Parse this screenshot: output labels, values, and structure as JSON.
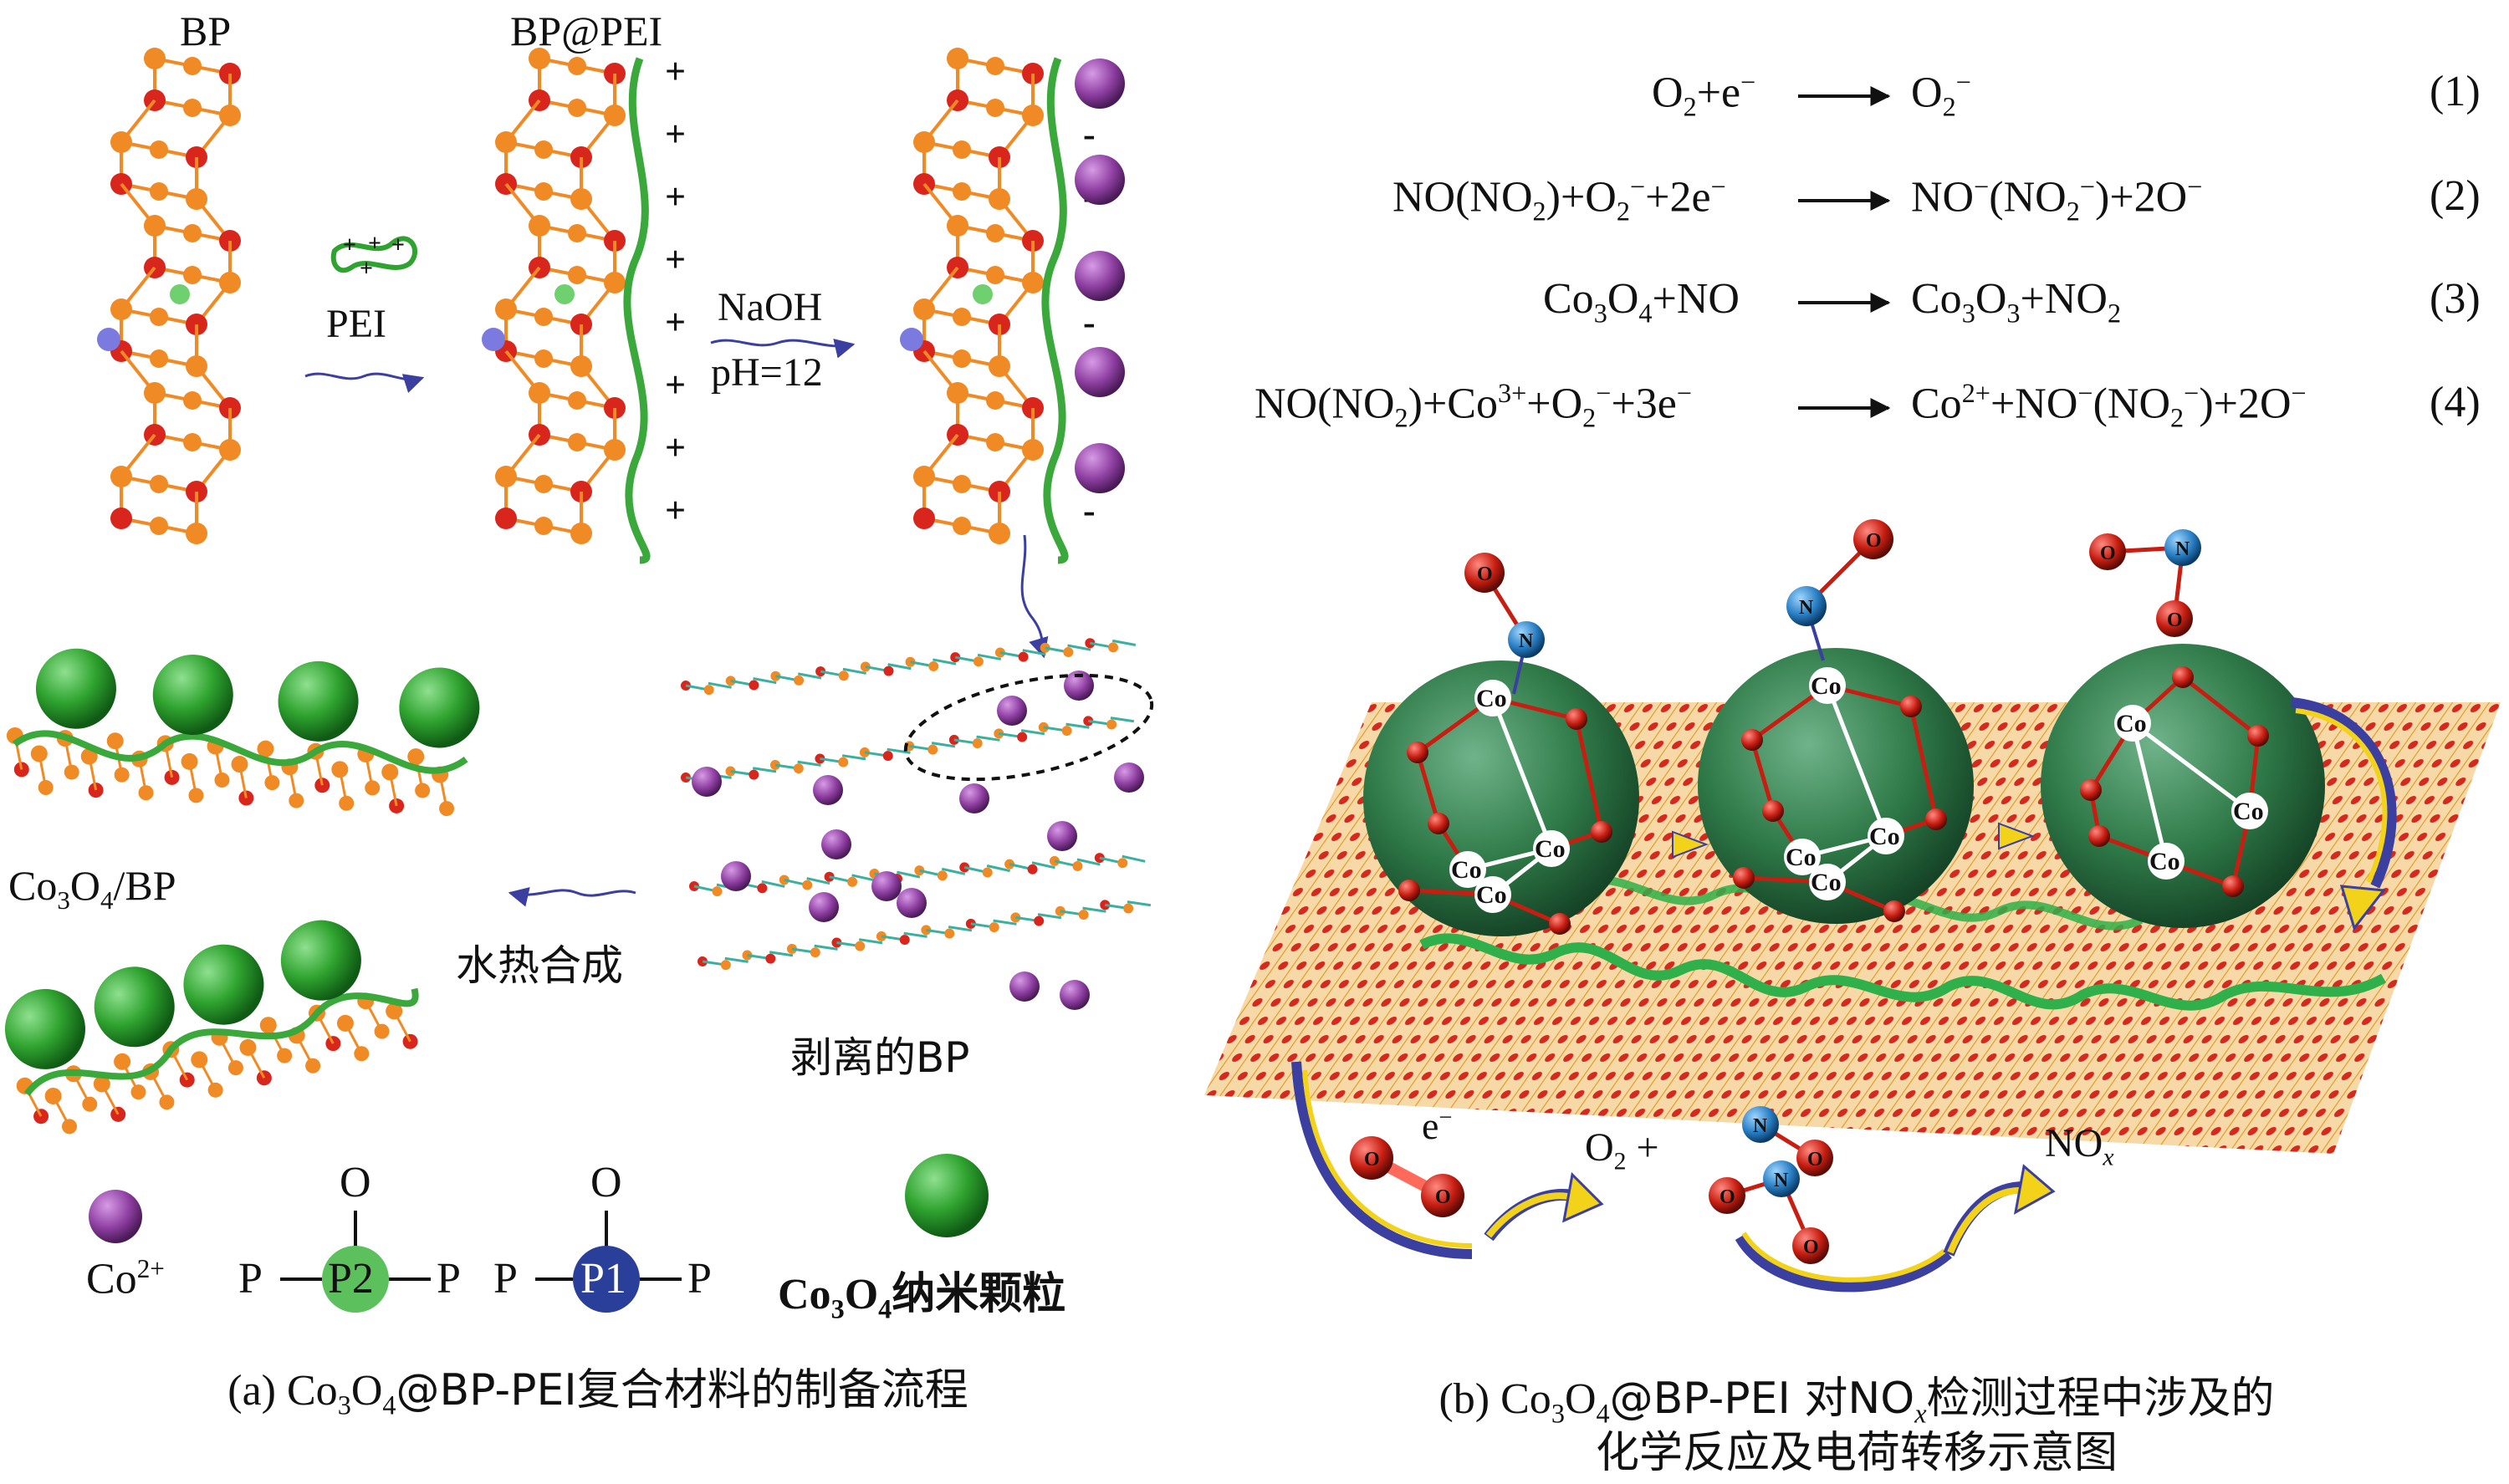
{
  "panel_a": {
    "bp_label": "BP",
    "bp_pei_label": "BP@PEI",
    "pei_label": "PEI",
    "naoh_label": "NaOH",
    "ph_label": "pH=12",
    "co3o4_bp_label_main": "Co",
    "co3o4_bp_sub1": "3",
    "co3o4_bp_mid": "O",
    "co3o4_bp_sub2": "4",
    "co3o4_bp_tail": "/BP",
    "hydrothermal_label": "水热合成",
    "exfoliated_label": "剥离的BP",
    "p1_atom": "P1",
    "p2_atom": "P2",
    "legend": {
      "co2_base": "Co",
      "co2_sup": "2+",
      "p_left": "P",
      "p_right": "P",
      "p2": "P2",
      "p1": "P1",
      "o": "O",
      "nano_co": "Co",
      "nano_sub1": "3",
      "nano_o": "O",
      "nano_sub2": "4",
      "nano_text": "纳米颗粒"
    },
    "caption": {
      "prefix": "(a) Co",
      "sub1": "3",
      "mid": "O",
      "sub2": "4",
      "suffix": "@BP-PEI复合材料的制备流程"
    }
  },
  "panel_b": {
    "equations": [
      {
        "num": "(1)"
      },
      {
        "num": "(2)"
      },
      {
        "num": "(3)"
      },
      {
        "num": "(4)"
      }
    ],
    "co_label": "Co",
    "o_label": "O",
    "n_label": "N",
    "e_label": "e",
    "o2_label": "O",
    "nox_label": "NO",
    "caption": {
      "line1_prefix": "(b) Co",
      "sub1": "3",
      "mid": "O",
      "sub2": "4",
      "line1_middle": "@BP-PEI 对NO",
      "subx": "x",
      "line1_suffix": "检测过程中涉及的",
      "line2": "化学反应及电荷转移示意图"
    }
  },
  "colors": {
    "orange": "#f08a24",
    "red": "#d9261c",
    "green": "#3aa83a",
    "purple": "#8e3fa1",
    "sphere": "#2f7a48",
    "p1_blue": "#2a3f9a",
    "p2_green": "#5cc05c",
    "arrow_blue": "#3b3fa0",
    "arrow_yellow": "#f3d21a"
  }
}
